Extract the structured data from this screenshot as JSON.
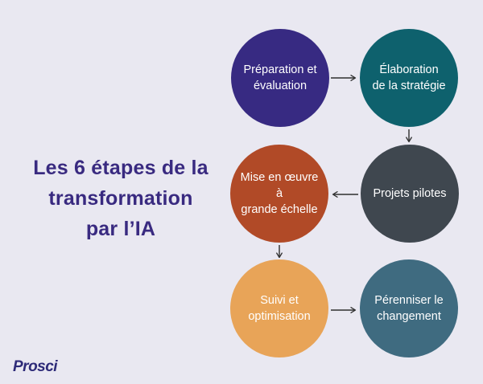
{
  "background": "#e9e8f1",
  "arrow_color": "#2f2f2f",
  "title": {
    "text": "Les 6 étapes de la\ntransformation\npar l’IA",
    "color": "#392a80"
  },
  "logo": {
    "text": "Prosci",
    "color": "#2d2a78"
  },
  "steps": [
    {
      "id": 1,
      "label": "Préparation et\névaluation",
      "color": "#372a82",
      "text_color": "#ffffff"
    },
    {
      "id": 2,
      "label": "Élaboration\nde la stratégie",
      "color": "#0e616d",
      "text_color": "#ffffff"
    },
    {
      "id": 3,
      "label": "Mise en œuvre à\ngrande échelle",
      "color": "#b14a27",
      "text_color": "#ffffff"
    },
    {
      "id": 4,
      "label": "Projets pilotes",
      "color": "#3f474f",
      "text_color": "#ffffff"
    },
    {
      "id": 5,
      "label": "Suivi et\noptimisation",
      "color": "#e8a458",
      "text_color": "#ffffff"
    },
    {
      "id": 6,
      "label": "Pérenniser le\nchangement",
      "color": "#3f6b80",
      "text_color": "#ffffff"
    }
  ],
  "flow": [
    "Préparation et évaluation → Élaboration de la stratégie",
    "Élaboration de la stratégie → Projets pilotes",
    "Projets pilotes → Mise en œuvre à grande échelle",
    "Mise en œuvre à grande échelle → Suivi et optimisation",
    "Suivi et optimisation → Pérenniser le changement"
  ]
}
